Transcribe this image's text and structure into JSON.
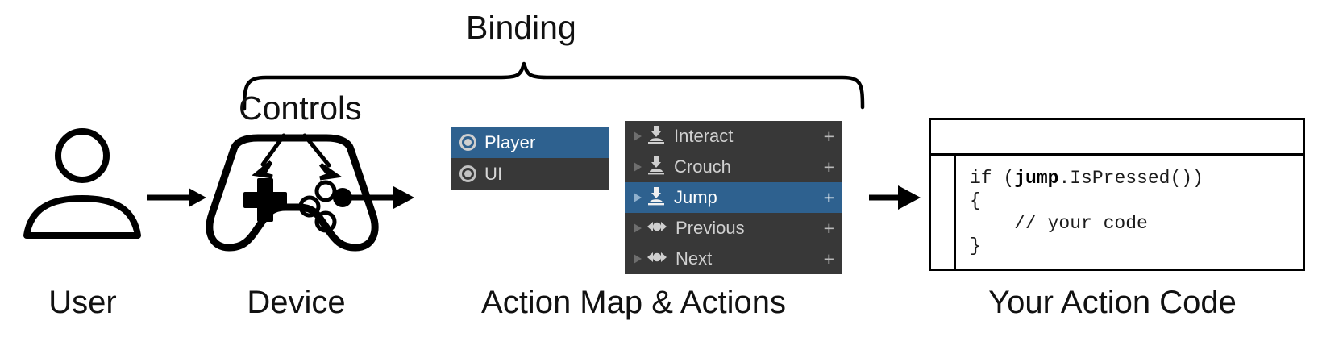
{
  "diagram": {
    "title_brace_label": "Binding",
    "controls_label": "Controls",
    "accent_blue": "#2e618f",
    "panel_dark": "#383838",
    "captions": {
      "user": "User",
      "device": "Device",
      "actions": "Action Map & Actions",
      "code": "Your Action Code"
    }
  },
  "action_maps": {
    "items": [
      {
        "label": "Player",
        "selected": true,
        "icon": "action-map-ring-icon"
      },
      {
        "label": "UI",
        "selected": false,
        "icon": "action-map-ring-icon"
      }
    ]
  },
  "actions": {
    "add_label": "+",
    "items": [
      {
        "label": "Interact",
        "selected": false,
        "icon": "button-press-icon",
        "add": "+"
      },
      {
        "label": "Crouch",
        "selected": false,
        "icon": "button-press-icon",
        "add": "+"
      },
      {
        "label": "Jump",
        "selected": true,
        "icon": "button-press-icon",
        "add": "+"
      },
      {
        "label": "Previous",
        "selected": false,
        "icon": "axis-1d-icon",
        "add": "+"
      },
      {
        "label": "Next",
        "selected": false,
        "icon": "axis-1d-icon",
        "add": "+"
      }
    ]
  },
  "code": {
    "line1_pre": "if (",
    "line1_bold": "jump",
    "line1_post": ".IsPressed())",
    "line2": "{",
    "line3": "    // your code",
    "line4": "}"
  }
}
